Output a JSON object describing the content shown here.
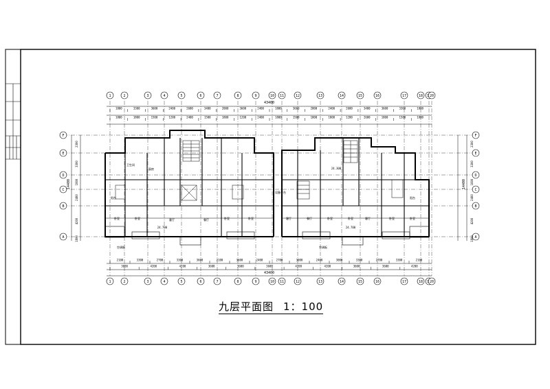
{
  "drawing": {
    "title": "九层平面图",
    "scale": "1：100",
    "overall_dimension_top": "43400",
    "overall_dimension_bottom": "43400",
    "overall_dimension_side": "14400",
    "column_axes": [
      "1",
      "2",
      "3",
      "4",
      "5",
      "6",
      "7",
      "8",
      "9",
      "10",
      "11",
      "12",
      "13",
      "14",
      "15",
      "16",
      "17",
      "18",
      "19",
      "20"
    ],
    "row_axes": [
      "F",
      "E",
      "D",
      "C",
      "B",
      "A"
    ],
    "top_dimensions_row1": [
      "1800",
      "3300",
      "3600",
      "2400",
      "2600",
      "3400",
      "2000",
      "3600",
      "2400",
      "1800",
      "3600",
      "2000",
      "2400",
      "2600",
      "3400",
      "3600",
      "3300",
      "1800"
    ],
    "top_dimensions_row2": [
      "1800",
      "1800",
      "1500",
      "1200",
      "2400",
      "1500",
      "1800",
      "1200",
      "2400",
      "1800",
      "1500",
      "1800",
      "1800",
      "1200",
      "2600",
      "1800",
      "1500",
      "1800"
    ],
    "bottom_dimensions_row1": [
      "2100",
      "3300",
      "2700",
      "3300",
      "3600",
      "2100",
      "3600",
      "2400",
      "2700",
      "3000",
      "2400",
      "3000",
      "3300",
      "2700",
      "3300",
      "2100"
    ],
    "bottom_dimensions_row2": [
      "3600",
      "4200",
      "4200",
      "3600",
      "3600",
      "3600",
      "4200",
      "4200",
      "3600",
      "3600",
      "4200"
    ],
    "side_dimensions": [
      "2300",
      "3300",
      "1800",
      "2400",
      "4200",
      "1800"
    ],
    "room_labels": [
      "卧室",
      "卧室",
      "客厅",
      "餐厅",
      "厨房",
      "卫生间",
      "卧室",
      "卧室",
      "客厅",
      "餐厅",
      "卧室",
      "卧室",
      "客厅",
      "卧室",
      "卧室",
      "阳台",
      "阳台"
    ],
    "annotations": [
      "24.700",
      "24.700",
      "24.300",
      "设备平台",
      "空调板",
      "空调板"
    ]
  }
}
